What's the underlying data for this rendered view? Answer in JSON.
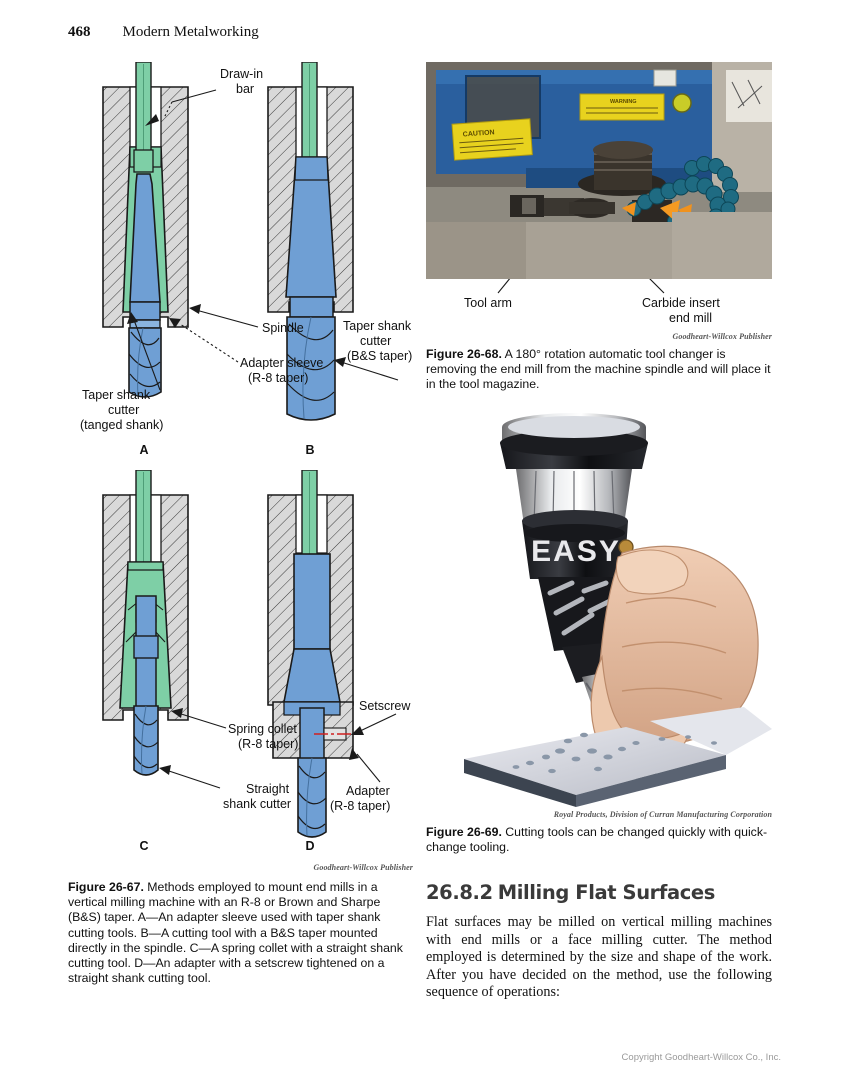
{
  "header": {
    "folio": "468",
    "running_head": "Modern Metalworking"
  },
  "figure_67": {
    "panels": [
      {
        "letter": "A",
        "labels": [
          "Draw-in\nbar",
          "Spindle",
          "Adapter sleeve\n(R-8 taper)",
          "Taper shank\ncutter\n(tanged shank)"
        ]
      },
      {
        "letter": "B",
        "labels": [
          "Taper shank\ncutter\n(B&S taper)"
        ]
      },
      {
        "letter": "C",
        "labels": [
          "Spring collet\n(R-8 taper)",
          "Straight\nshank cutter"
        ]
      },
      {
        "letter": "D",
        "labels": [
          "Setscrew",
          "Adapter\n(R-8 taper)"
        ]
      }
    ],
    "label_draw_in_bar_l1": "Draw-in",
    "label_draw_in_bar_l2": "bar",
    "label_spindle": "Spindle",
    "label_adapter_sleeve_l1": "Adapter sleeve",
    "label_adapter_sleeve_l2": "(R-8 taper)",
    "label_taper_shank_tanged_l1": "Taper shank",
    "label_taper_shank_tanged_l2": "cutter",
    "label_taper_shank_tanged_l3": "(tanged shank)",
    "label_taper_shank_bs_l1": "Taper shank",
    "label_taper_shank_bs_l2": "cutter",
    "label_taper_shank_bs_l3": "(B&S taper)",
    "label_spring_collet_l1": "Spring collet",
    "label_spring_collet_l2": "(R-8 taper)",
    "label_straight_shank_l1": "Straight",
    "label_straight_shank_l2": "shank cutter",
    "label_setscrew": "Setscrew",
    "label_adapter_l1": "Adapter",
    "label_adapter_l2": "(R-8 taper)",
    "letter_a": "A",
    "letter_b": "B",
    "letter_c": "C",
    "letter_d": "D",
    "credit": "Goodheart-Willcox Publisher",
    "caption_label": "Figure 26-67.",
    "caption_text": " Methods employed to mount end mills in a vertical milling machine with an R-8 or Brown and Sharpe (B&S) taper. A—An adapter sleeve used with taper shank cutting tools. B—A cutting tool with a B&S taper mounted directly in the spindle. C—A spring collet with a straight shank cutting tool. D—An adapter with a setscrew tightened on a straight shank cutting tool."
  },
  "figure_68": {
    "label_tool_arm": "Tool arm",
    "label_carbide_l1": "Carbide insert",
    "label_carbide_l2": "end mill",
    "credit": "Goodheart-Willcox Publisher",
    "caption_label": "Figure 26-68.",
    "caption_text": " A 180° rotation automatic tool changer is removing the end mill from the machine spindle and will place it in the tool magazine.",
    "photo_text_easy": "EASY",
    "colors": {
      "machine_blue": "#2a5f9e",
      "warning_label_yellow": "#e8d21e",
      "coolant_hose_teal": "#1f6b82",
      "nozzle_orange": "#f0921e",
      "table_gray": "#a8a195"
    }
  },
  "figure_69": {
    "credit": "Royal Products, Division of Curran Manufacturing Corporation",
    "caption_label": "Figure 26-69.",
    "caption_text": " Cutting tools can be changed quickly with quick-change tooling."
  },
  "section": {
    "number": "26.8.2",
    "title": "Milling Flat Surfaces",
    "paragraph": "Flat surfaces may be milled on vertical milling machines with end mills or a face milling cutter. The method employed is determined by the size and shape of the work. After you have decided on the method, use the following sequence of operations:"
  },
  "footer": {
    "copyright": "Copyright Goodheart-Willcox Co., Inc."
  },
  "diagram_colors": {
    "spindle_gray": "#d9d9d9",
    "collet_green": "#7ecfa6",
    "cutter_blue": "#6f9fd4",
    "outline": "#1a1a1a",
    "centerline_red": "#d02020"
  }
}
